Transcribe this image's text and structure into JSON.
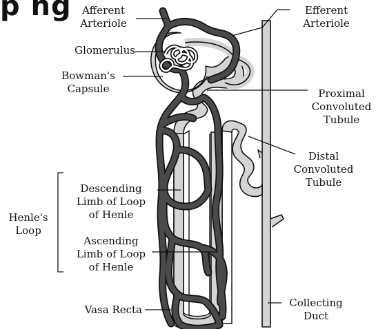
{
  "title_fragment": "p   ng",
  "labels": {
    "afferent": [
      "Afferent",
      "Arteriole"
    ],
    "efferent": [
      "Efferent",
      "Arteriole"
    ],
    "glomerulus": [
      "Glomerulus"
    ],
    "bowmans": [
      "Bowman's",
      "Capsule"
    ],
    "proximal": [
      "Proximal",
      "Convoluted",
      "Tubule"
    ],
    "distal": [
      "Distal",
      "Convoluted",
      "Tubule"
    ],
    "descending": [
      "Descending",
      "Limb of Loop",
      "of Henle"
    ],
    "henles": [
      "Henle's",
      "Loop"
    ],
    "ascending": [
      "Ascending",
      "Limb of Loop",
      "of Henle"
    ],
    "vasa": [
      "Vasa Recta"
    ],
    "collecting": [
      "Collecting",
      "Duct"
    ]
  },
  "colors": {
    "tubule_fill": "#d4d4d4",
    "vessel_fill": "#4a4a4a",
    "outline": "#111111"
  }
}
